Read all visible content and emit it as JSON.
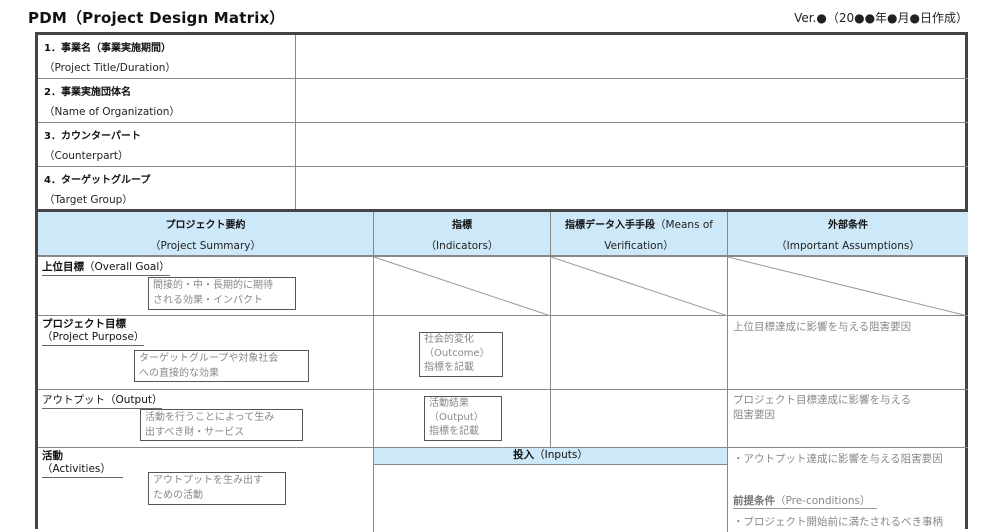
{
  "page": {
    "title": "PDM（Project Design Matrix）",
    "version": "Ver.●（20●●年●月●日作成）"
  },
  "info": [
    {
      "jp": "1．事業名（事業実施期間）",
      "en": "（Project Title/Duration）",
      "value": ""
    },
    {
      "jp": "2．事業実施団体名",
      "en": "（Name of Organization）",
      "value": ""
    },
    {
      "jp": "3．カウンターパート",
      "en": "（Counterpart）",
      "value": ""
    },
    {
      "jp": "4．ターゲットグループ",
      "en": "（Target Group）",
      "value": ""
    }
  ],
  "headers": {
    "summary": {
      "jp": "プロジェクト要約",
      "en": "（Project Summary）"
    },
    "indicators": {
      "jp": "指標",
      "en": "（Indicators）"
    },
    "means": {
      "jp": "指標データ入手手段",
      "en_a": "（Means of",
      "en_b": "Verification）"
    },
    "assumptions": {
      "jp": "外部条件",
      "en": "（Important Assumptions）"
    }
  },
  "rows": {
    "overall_goal": {
      "label_jp": "上位目標",
      "label_en": "（Overall Goal）",
      "note": [
        "間接的・中・長期的に期待",
        "される効果・インパクト"
      ]
    },
    "project_purpose": {
      "label_jp": "プロジェクト目標",
      "label_en": "（Project Purpose）",
      "note": [
        "ターゲットグループや対象社会",
        "への直接的な効果"
      ],
      "indicator_note": [
        "社会的変化",
        "（Outcome）",
        "指標を記載"
      ],
      "assumption": "上位目標達成に影響を与える阻害要因"
    },
    "output": {
      "label_jp": "アウトプット",
      "label_en": "（Output）",
      "note": [
        "活動を行うことによって生み",
        "出すべき財・サービス"
      ],
      "indicator_note": [
        "活動結果",
        "（Output）",
        "指標を記載"
      ],
      "assumption": [
        "プロジェクト目標達成に影響を与える",
        "阻害要因"
      ]
    },
    "activities": {
      "label_jp": "活動",
      "label_en": "（Activities）",
      "note": [
        "アウトプットを生み出す",
        "ための活動"
      ],
      "inputs_jp": "投入",
      "inputs_en": "（Inputs）",
      "assumption": "・アウトプット達成に影響を与える阻害要因",
      "preconditions_jp": "前提条件",
      "preconditions_en": "（Pre-conditions）",
      "precondition_item": "・プロジェクト開始前に満たされるべき事柄"
    }
  }
}
